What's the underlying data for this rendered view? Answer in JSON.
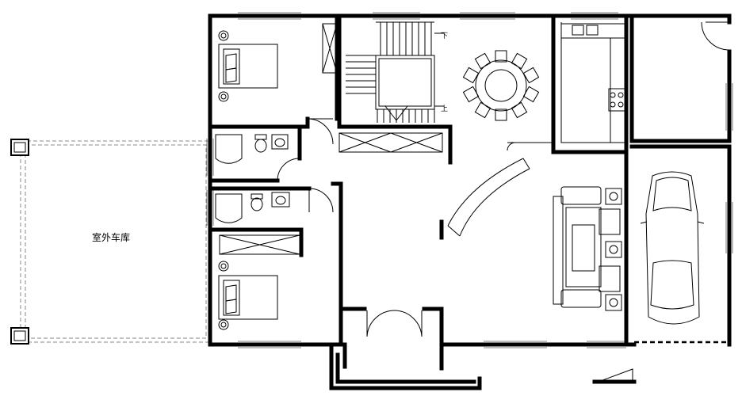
{
  "labels": {
    "outdoor_garage": "室外车库",
    "stair_up": "下",
    "stair_down": "上"
  }
}
